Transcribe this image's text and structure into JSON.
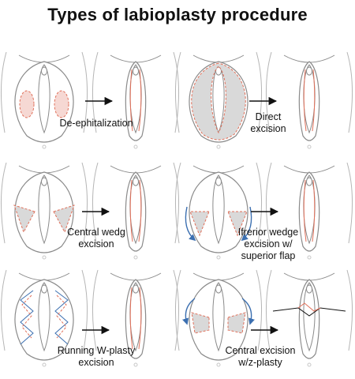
{
  "title": "Types of labioplasty procedure",
  "colors": {
    "outline": "#8a8a8a",
    "excision_fill": "#d9d9d9",
    "pink_fill": "#f6d8d3",
    "dash": "#e0705a",
    "arrow_blue": "#3b6fb0"
  },
  "procedures": [
    {
      "label_lines": [
        "De-ephitalization"
      ]
    },
    {
      "label_lines": [
        "Direct",
        "excision"
      ]
    },
    {
      "label_lines": [
        "Central wedg",
        "excision"
      ]
    },
    {
      "label_lines": [
        "Ifrerior wedge",
        "excision w/",
        "superior flap"
      ]
    },
    {
      "label_lines": [
        "Running W-plasty",
        "excision"
      ]
    },
    {
      "label_lines": [
        "Central excision",
        "w/z-plasty"
      ]
    }
  ]
}
